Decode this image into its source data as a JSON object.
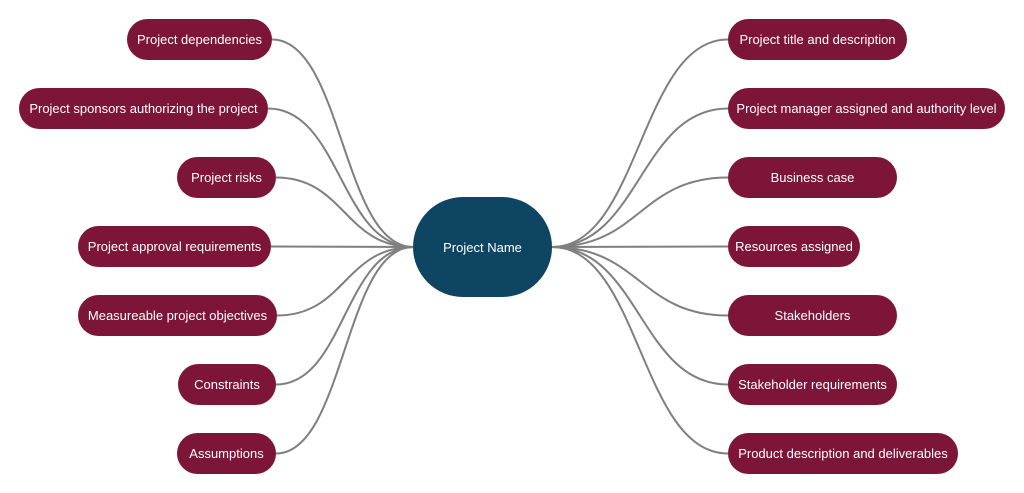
{
  "colors": {
    "center_fill": "#0e4563",
    "node_fill": "#7d1538",
    "connector": "#7f7f7f",
    "text": "#ffffff"
  },
  "center": {
    "label": "Project Name"
  },
  "left_nodes": [
    {
      "label": "Project dependencies"
    },
    {
      "label": "Project sponsors authorizing the project"
    },
    {
      "label": "Project risks"
    },
    {
      "label": "Project approval requirements"
    },
    {
      "label": "Measureable project objectives"
    },
    {
      "label": "Constraints"
    },
    {
      "label": "Assumptions"
    }
  ],
  "right_nodes": [
    {
      "label": "Project title and description"
    },
    {
      "label": "Project manager assigned and authority level"
    },
    {
      "label": "Business case"
    },
    {
      "label": "Resources assigned"
    },
    {
      "label": "Stakeholders"
    },
    {
      "label": "Stakeholder requirements"
    },
    {
      "label": "Product description and deliverables"
    }
  ]
}
